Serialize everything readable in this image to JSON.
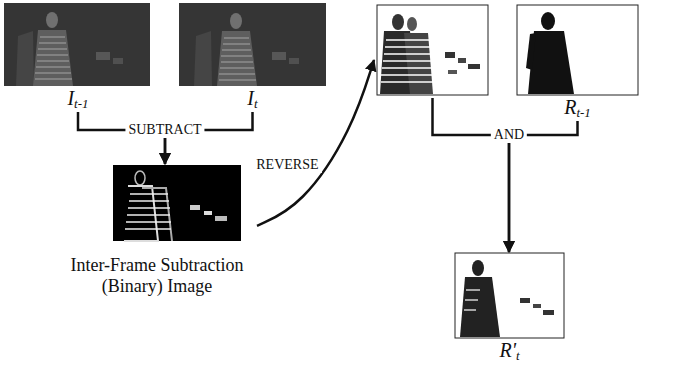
{
  "diagram": {
    "nodes": [
      {
        "text": [
          "It-1"
        ]
      },
      {
        "text": [
          "It"
        ]
      },
      {
        "text": []
      },
      {
        "text": [
          "Rt-1"
        ]
      },
      {
        "text": [
          "Inter-Frame Subtraction (Binary) Image"
        ]
      },
      {
        "text": [
          "R't"
        ]
      }
    ],
    "edges": [
      {
        "from": 0,
        "to": 4,
        "arrow": "to",
        "label": "SUBTRACT"
      },
      {
        "from": 1,
        "to": 4,
        "arrow": "to"
      },
      {
        "from": 4,
        "to": 2,
        "arrow": "to",
        "label": "REVERSE"
      },
      {
        "from": 2,
        "to": 5,
        "arrow": "to",
        "label": "AND"
      },
      {
        "from": 3,
        "to": 5,
        "arrow": "to"
      }
    ]
  }
}
